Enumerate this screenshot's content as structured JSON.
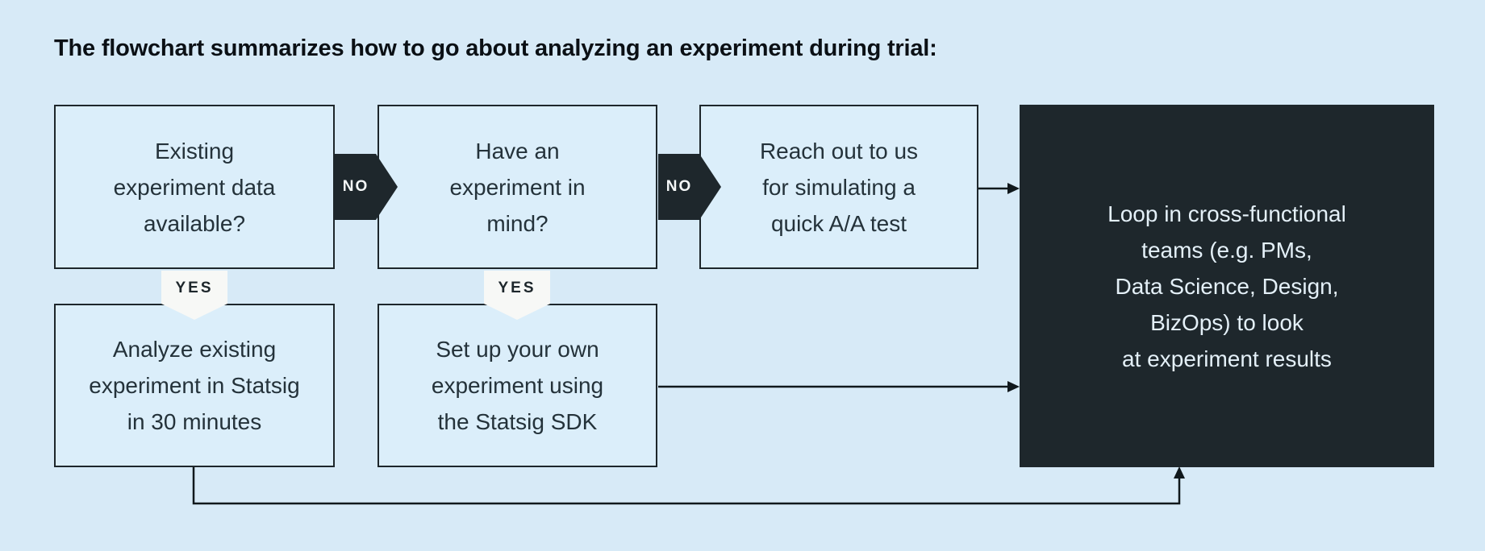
{
  "title": "The flowchart summarizes how to go about analyzing an experiment during trial:",
  "colors": {
    "background": "#d7eaf7",
    "box_fill": "#dbeefa",
    "box_border": "#1d262b",
    "dark_fill": "#1e272c",
    "badge_fill": "#f7f8f6",
    "text_dark": "#24323a",
    "text_light": "#e4f0f8",
    "title_color": "#0b1015",
    "connector": "#10181c"
  },
  "nodes": {
    "existing_data": {
      "lines": [
        "Existing",
        "experiment data",
        "available?"
      ]
    },
    "have_experiment": {
      "lines": [
        "Have an",
        "experiment in",
        "mind?"
      ]
    },
    "reach_out": {
      "lines": [
        "Reach out to us",
        "for simulating a",
        "quick A/A test"
      ]
    },
    "analyze_existing": {
      "lines": [
        "Analyze existing",
        "experiment in Statsig",
        "in 30 minutes"
      ]
    },
    "setup_sdk": {
      "lines": [
        "Set up your own",
        "experiment using",
        "the Statsig SDK"
      ]
    },
    "loop_in": {
      "lines": [
        "Loop in cross-functional",
        "teams (e.g. PMs,",
        "Data Science, Design,",
        "BizOps) to look",
        "at experiment results"
      ]
    }
  },
  "connectors": {
    "no_1": "NO",
    "no_2": "NO",
    "yes_1": "YES",
    "yes_2": "YES"
  }
}
